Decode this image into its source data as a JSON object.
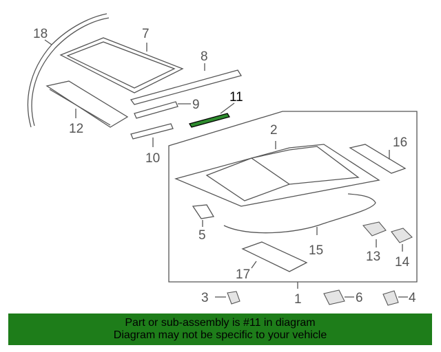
{
  "callouts": {
    "c1": "1",
    "c2": "2",
    "c3": "3",
    "c4": "4",
    "c5": "5",
    "c6": "6",
    "c7": "7",
    "c8": "8",
    "c9": "9",
    "c10": "10",
    "c11": "11",
    "c12": "12",
    "c13": "13",
    "c14": "14",
    "c15": "15",
    "c16": "16",
    "c17": "17",
    "c18": "18"
  },
  "highlight": {
    "part": "11",
    "color": "#2e8b2e"
  },
  "banner": {
    "line1": "Part or sub-assembly is #11 in diagram",
    "line2": "Diagram may not be specific to your vehicle",
    "background": "#1e7d1a"
  }
}
